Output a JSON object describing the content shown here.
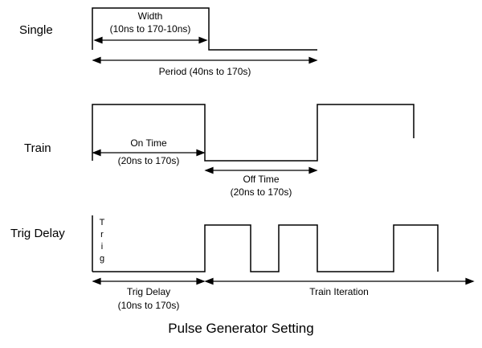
{
  "title": "Pulse Generator Setting",
  "colors": {
    "line": "#000000",
    "background": "#ffffff"
  },
  "single": {
    "label": "Single",
    "width_label": "Width",
    "width_range": "(10ns to 170-10ns)",
    "period_label": "Period (40ns to 170s)"
  },
  "train": {
    "label": "Train",
    "on_time_label": "On Time",
    "on_time_range": "(20ns to 170s)",
    "off_time_label": "Off Time",
    "off_time_range": "(20ns to 170s)"
  },
  "trig_delay": {
    "label": "Trig Delay",
    "trig_marker": "Trig",
    "delay_label": "Trig Delay",
    "delay_range": "(10ns to 170s)",
    "iteration_label": "Train Iteration"
  }
}
